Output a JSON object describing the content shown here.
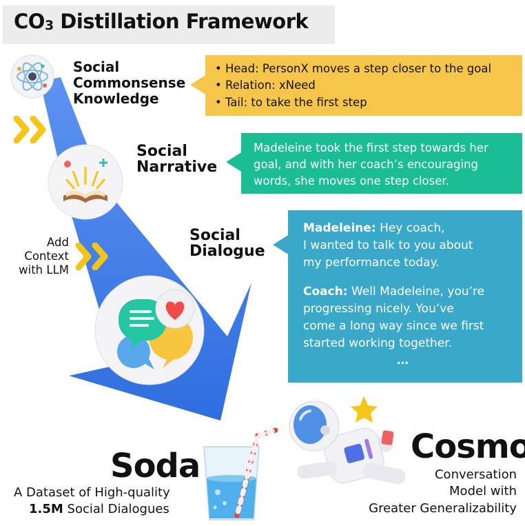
{
  "header": {
    "title_prefix": "CO",
    "title_sub": "3",
    "title_rest": " Distillation Framework"
  },
  "stages": {
    "knowledge_line1": "Social",
    "knowledge_line2": "Commonsense",
    "knowledge_line3": "Knowledge",
    "narrative_line1": "Social",
    "narrative_line2": "Narrative",
    "dialogue_line1": "Social",
    "dialogue_line2": "Dialogue"
  },
  "add_context": {
    "line1": "Add",
    "line2": "Context",
    "line3": "with LLM"
  },
  "knowledge_box": {
    "head": "• Head: PersonX moves a step closer to the goal",
    "relation": "• Relation: xNeed",
    "tail": "• Tail: to take the first step"
  },
  "narrative_box": {
    "line1": "Madeleine took the first step towards her",
    "line2": "goal, and with her coach’s encouraging",
    "line3": "words, she moves one step closer."
  },
  "dialogue_box": {
    "speaker1": "Madeleine:",
    "s1_line1": " Hey coach,",
    "s1_line2": "I wanted to talk to you about",
    "s1_line3": "my performance today.",
    "speaker2": "Coach:",
    "s2_line1": " Well Madeleine, you’re",
    "s2_line2": "progressing nicely. You’ve",
    "s2_line3": "come a long way since we first",
    "s2_line4": "started working together.",
    "ellipsis": "…"
  },
  "soda": {
    "name": "Soda",
    "desc_line1": "A Dataset of High-quality",
    "desc_bold": "1.5M",
    "desc_rest": " Social Dialogues"
  },
  "cosmo": {
    "name": "Cosmo",
    "desc_line1": "Conversation",
    "desc_line2": "Model with",
    "desc_line3": "Greater Generalizability"
  },
  "colors": {
    "flow_blue": "#3d7be6",
    "chevron_yellow": "#f5c518",
    "knowledge_box": "#f6c64b",
    "narrative_box": "#1bbd95",
    "dialogue_box": "#3aa8c8"
  }
}
